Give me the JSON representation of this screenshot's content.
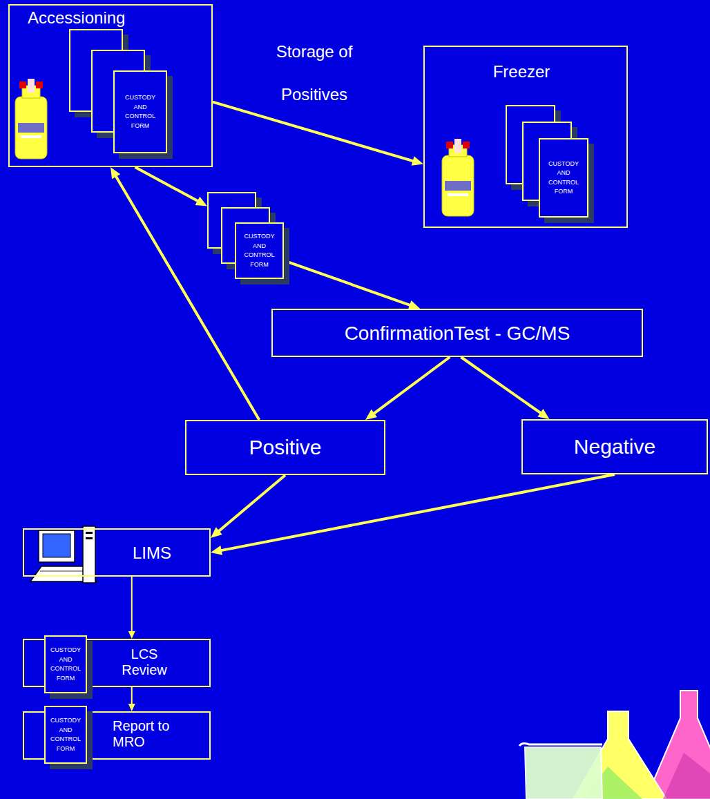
{
  "diagram": {
    "nodes": [
      {
        "text": [
          "Accessioning"
        ]
      },
      {
        "text": [
          "CUSTODY AND CONTROL FORM"
        ],
        "in": 0
      },
      {
        "text": [
          "Freezer"
        ]
      },
      {
        "text": [
          "CUSTODY AND CONTROL FORM"
        ],
        "in": 2
      },
      {
        "text": [
          "CUSTODY AND CONTROL FORM"
        ]
      },
      {
        "text": [
          "ConfirmationTest - GC/MS"
        ]
      },
      {
        "text": [
          "Positive"
        ]
      },
      {
        "text": [
          "Negative"
        ]
      },
      {
        "text": [
          "LIMS"
        ]
      },
      {
        "text": [
          "LCS Review"
        ]
      },
      {
        "text": [
          "CUSTODY AND CONTROL FORM"
        ],
        "in": 9
      },
      {
        "text": [
          "Report to MRO"
        ]
      },
      {
        "text": [
          "CUSTODY AND CONTROL FORM"
        ],
        "in": 11
      }
    ],
    "edges": [
      {
        "from": 0,
        "to": 2,
        "label": "Storage of Positives",
        "arrow": "to"
      },
      {
        "from": 0,
        "to": 4,
        "arrow": "to"
      },
      {
        "from": 4,
        "to": 5,
        "arrow": "to"
      },
      {
        "from": 5,
        "to": 6,
        "arrow": "to"
      },
      {
        "from": 5,
        "to": 7,
        "arrow": "to"
      },
      {
        "from": 6,
        "to": 0,
        "arrow": "to"
      },
      {
        "from": 6,
        "to": 8,
        "arrow": "to"
      },
      {
        "from": 7,
        "to": 8,
        "arrow": "to"
      },
      {
        "from": 8,
        "to": 9,
        "arrow": "to"
      },
      {
        "from": 9,
        "to": 11,
        "arrow": "to"
      }
    ]
  }
}
